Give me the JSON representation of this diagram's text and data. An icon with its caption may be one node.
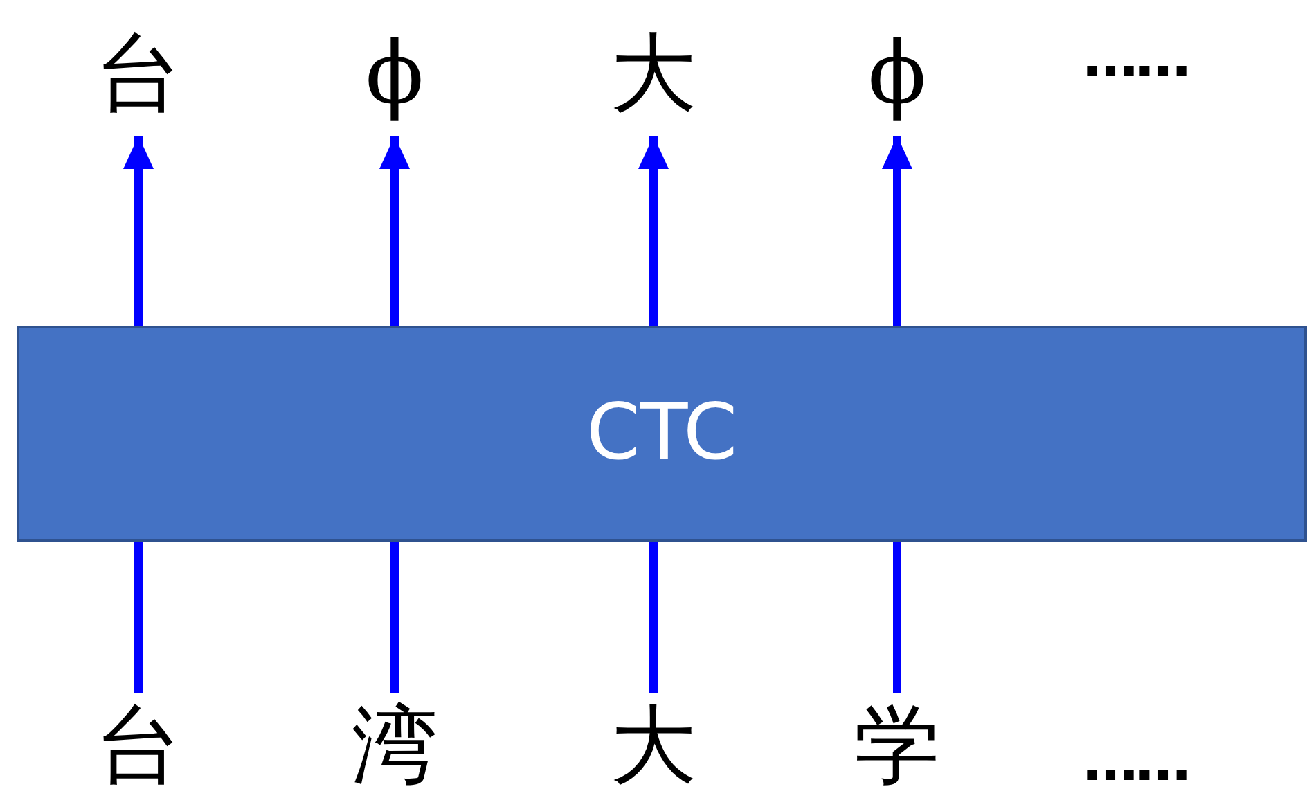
{
  "diagram": {
    "nodes": [
      {
        "text": [
          "CTC"
        ]
      },
      {
        "text": [
          "台"
        ]
      },
      {
        "text": [
          "ϕ"
        ]
      },
      {
        "text": [
          "大"
        ]
      },
      {
        "text": [
          "ϕ"
        ]
      },
      {
        "text": [
          "台"
        ]
      },
      {
        "text": [
          "湾"
        ]
      },
      {
        "text": [
          "大"
        ]
      },
      {
        "text": [
          "学"
        ]
      }
    ],
    "edges": [
      {
        "from": 0,
        "to": 1,
        "arrow": "to"
      },
      {
        "from": 0,
        "to": 2,
        "arrow": "to"
      },
      {
        "from": 0,
        "to": 3,
        "arrow": "to"
      },
      {
        "from": 0,
        "to": 4,
        "arrow": "to"
      },
      {
        "from": 5,
        "to": 0,
        "arrow": "none"
      },
      {
        "from": 6,
        "to": 0,
        "arrow": "none"
      },
      {
        "from": 7,
        "to": 0,
        "arrow": "none"
      },
      {
        "from": 8,
        "to": 0,
        "arrow": "none"
      }
    ],
    "labels": [
      "……",
      "……"
    ]
  }
}
